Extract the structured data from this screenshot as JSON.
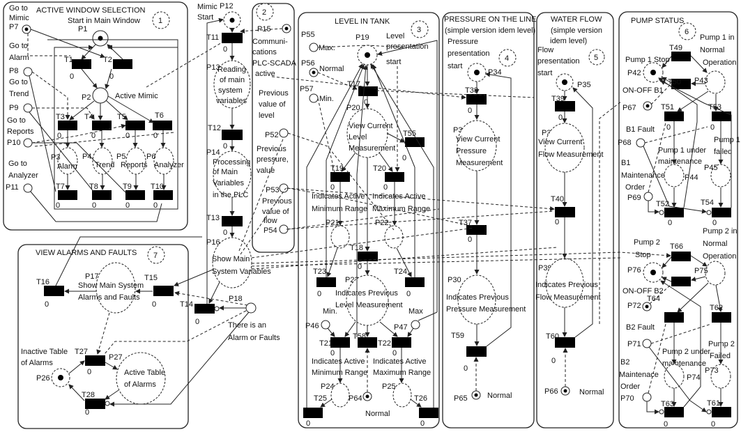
{
  "panels": [
    {
      "id": "1",
      "title": "ACTIVE WINDOW SELECTION"
    },
    {
      "id": "2",
      "title": ""
    },
    {
      "id": "3",
      "title": "LEVEL IN TANK"
    },
    {
      "id": "4",
      "title": "PRESSURE ON THE LINE",
      "subtitle": "(simple version idem level)"
    },
    {
      "id": "5",
      "title": "WATER FLOW",
      "subtitle1": "(simple version",
      "subtitle2": "idem level)"
    },
    {
      "id": "6",
      "title": "PUMP STATUS"
    },
    {
      "id": "7",
      "title": "VIEW ALARMS AND FAULTS"
    }
  ],
  "labels": {
    "go_mimic_1": "Go to",
    "go_mimic_2": "Mimic",
    "go_alarm_1": "Go to",
    "go_alarm_2": "Alarm",
    "go_trend_1": "Go to",
    "go_trend_2": "Trend",
    "go_reports_1": "Go to",
    "go_reports_2": "Reports",
    "go_analyzer_1": "Go to",
    "go_analyzer_2": "Analyzer",
    "start_main": "Start in Main Window",
    "active_mimic": "Active Mimic",
    "alarm": "Alarm",
    "trend": "Trend",
    "reports": "Reports",
    "analyzer": "Analyzer",
    "mimic_start_1": "Mimic",
    "mimic_start_2": "Start",
    "reading_1": "Reading",
    "reading_2": "of main",
    "reading_3": "system",
    "reading_4": "variables",
    "processing_1": "Processing",
    "processing_2": "of Main",
    "processing_3": "Variables",
    "processing_4": "in the PLC",
    "show_main_1": "Show Main",
    "show_main_2": "System Variables",
    "comm_1": "Communi-",
    "comm_2": "cations",
    "comm_3": "PLC-SCADA",
    "comm_4": "active",
    "prev_level_1": "Previous",
    "prev_level_2": "value of",
    "prev_level_3": "level",
    "prev_press_1": "Previous",
    "prev_press_2": "pressure,",
    "prev_press_3": "value",
    "prev_flow_1": "Previous",
    "prev_flow_2": "value of",
    "prev_flow_3": "flow",
    "max": "Max.",
    "normal": "Normal",
    "min": "Min.",
    "level_pres_1": "Level",
    "level_pres_2": "presentation",
    "level_pres_3": "start",
    "view_level_1": "View Current",
    "view_level_2": "Level",
    "view_level_3": "Measurement",
    "ind_min_1": "Indicates Active",
    "ind_min_2": "Minimum Range",
    "ind_max_1": "Indicates Active",
    "ind_max_2": "Maximum Range",
    "ind_prev_level_1": "Indicates Previous",
    "ind_prev_level_2": "Level Measurement",
    "min2": "Min.",
    "max2": "Max",
    "normal_level": "Normal",
    "press_pres_1": "Pressure",
    "press_pres_2": "presentation",
    "press_pres_3": "start",
    "view_press_1": "View Current",
    "view_press_2": "Pressure",
    "view_press_3": "Measurement",
    "ind_prev_press_1": "Indicates Previous",
    "ind_prev_press_2": "Pressure Measurement",
    "normal_press": "Normal",
    "flow_pres_1": "Flow",
    "flow_pres_2": "presentation",
    "flow_pres_3": "start",
    "view_flow_1": "View Current",
    "view_flow_2": "Flow Measurement",
    "ind_prev_flow_1": "Indicates Previous",
    "ind_prev_flow_2": "Flow Measurement",
    "normal_flow": "Normal",
    "pump1_stop": "Pump 1 Stop",
    "pump1_normal_1": "Pump 1 in",
    "pump1_normal_2": "Normal",
    "pump1_normal_3": "Operation",
    "onoff_b1": "ON-OFF B1",
    "b1_fault": "B1 Fault",
    "pump1_maint_1": "Pump 1 under",
    "pump1_maint_2": "maintenance",
    "pump1_failed_1": "Pump 1",
    "pump1_failed_2": "failed",
    "b1_order_1": "B1",
    "b1_order_2": "Maintenance",
    "b1_order_3": "Order",
    "pump2_stop_1": "Pump 2",
    "pump2_stop_2": "Stop",
    "pump2_normal_1": "Pump 2 in",
    "pump2_normal_2": "Normal",
    "pump2_normal_3": "Operation",
    "onoff_b2": "ON-OFF B2",
    "b2_fault": "B2 Fault",
    "pump2_maint_1": "Pump 2 under",
    "pump2_maint_2": "maintenance",
    "pump2_failed_1": "Pump 2",
    "pump2_failed_2": "Failed",
    "b2_order_1": "B2",
    "b2_order_2": "Maintenace",
    "b2_order_3": "Order",
    "show_alarms_1": "Show Main System",
    "show_alarms_2": "Alarms and Faults",
    "inactive_1": "Inactive Table",
    "inactive_2": "of  Alarms",
    "active_table_1": "Active Table",
    "active_table_2": "of  Alarms",
    "alarm_exists_1": "There is an",
    "alarm_exists_2": "Alarm or Faults"
  },
  "places": {
    "P1": "P1",
    "P2": "P2",
    "P3": "P3",
    "P4": "P4",
    "P5": "P5",
    "P6": "P6",
    "P7": "P7",
    "P8": "P8",
    "P9": "P9",
    "P10": "P10",
    "P11": "P11",
    "P12": "P12",
    "P13": "P13",
    "P14": "P14",
    "P15": "P15",
    "P16": "P16",
    "P17": "P17",
    "P18": "P18",
    "P19": "P19",
    "P20": "P20",
    "P21": "P21",
    "P22": "P22",
    "P23": "P23",
    "P24": "P24",
    "P25": "P25",
    "P26": "P26",
    "P27": "P27",
    "P30": "P30",
    "P33": "P33",
    "P34": "P34",
    "P35": "P35",
    "P36": "P36",
    "P39": "P39",
    "P42": "P42",
    "P43": "P43",
    "P44": "P44",
    "P45": "P45",
    "P46": "P46",
    "P47": "P47",
    "P52": "P52",
    "P53": "P53",
    "P54": "P54",
    "P55": "P55",
    "P56": "P56",
    "P57": "P57",
    "P64": "P64",
    "P65": "P65",
    "P66": "P66",
    "P67": "P67",
    "P68": "P68",
    "P69": "P69",
    "P70": "P70",
    "P71": "P71",
    "P72": "P72",
    "P73": "P73",
    "P74": "P74",
    "P75": "P75",
    "P76": "P76"
  },
  "transitions": {
    "T1": "T1",
    "T2": "T2",
    "T3": "T3",
    "T4": "T4",
    "T5": "T5",
    "T6": "T6",
    "T7": "T7",
    "T8": "T8",
    "T9": "T9",
    "T10": "T10",
    "T11": "T11",
    "T12": "T12",
    "T13": "T13",
    "T14": "T14",
    "T15": "T15",
    "T16": "T16",
    "T17": "T17",
    "T18": "T18",
    "T19": "T19",
    "T20": "T20",
    "T21": "T21",
    "T22": "T22",
    "T23": "T23",
    "T24": "T24",
    "T25": "T25",
    "T26": "T26",
    "T27": "T27",
    "T28": "T28",
    "T37": "T37",
    "T38": "T38",
    "T39": "T39",
    "T40": "T40",
    "T49": "T49",
    "T50": "T50",
    "T51": "T51",
    "T52": "T52",
    "T53": "T53",
    "T54": "T54",
    "T55": "T55",
    "T58": "T58",
    "T59": "T59",
    "T60": "T60",
    "T61": "T61",
    "T62": "T62",
    "T63": "T63",
    "T64": "T64",
    "T66": "T66"
  },
  "firing_count": "0"
}
